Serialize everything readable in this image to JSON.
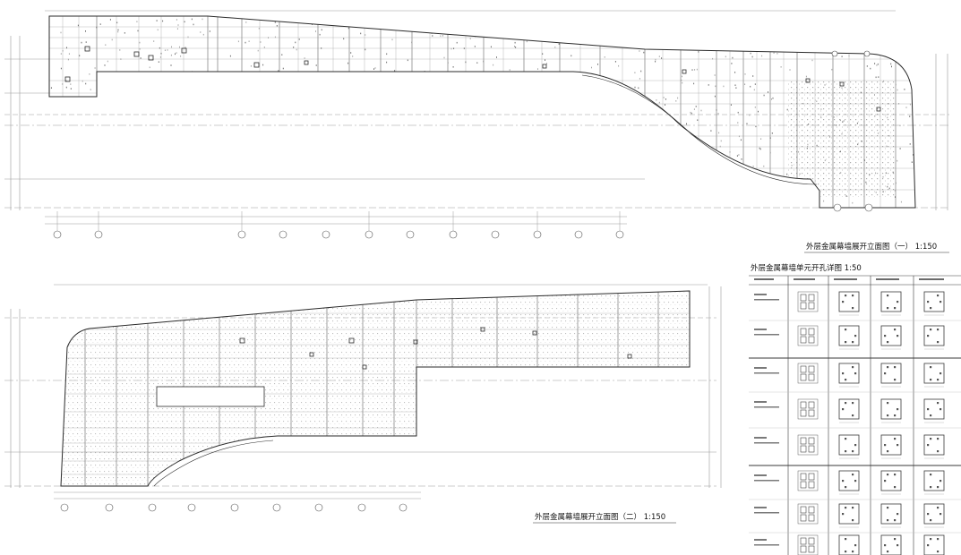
{
  "titles": {
    "elevation_one": "外层金属幕墙展开立面图（一）  1:150",
    "elevation_two": "外层金属幕墙展开立面图（二）  1:150",
    "detail_table": "外层金属幕墙单元开孔详图 1:50"
  },
  "colors": {
    "line": "#2a2a2a",
    "grid": "#bdbdbd",
    "dim": "#9a9a9a",
    "hatch": "#8c8c8c"
  },
  "icons": {
    "axis_bubble": "circle-axis-marker",
    "panel_opening": "square-opening-symbol"
  }
}
